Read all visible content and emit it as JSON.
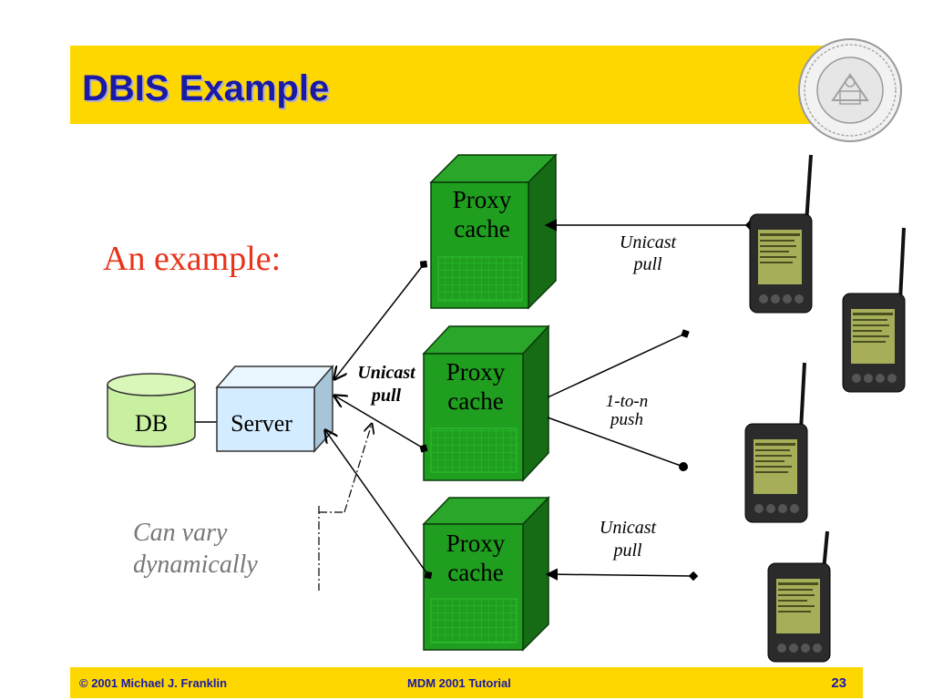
{
  "slide": {
    "title": "DBIS Example",
    "intro": "An example:",
    "note_line1": "Can vary",
    "note_line2": "dynamically"
  },
  "diagram": {
    "db_label": "DB",
    "server_label": "Server",
    "proxy_line1": "Proxy",
    "proxy_line2": "cache",
    "edges": {
      "unicast_pull_top": [
        "Unicast",
        "pull"
      ],
      "unicast_pull_server": [
        "Unicast",
        "pull"
      ],
      "one_to_n_push": [
        "1-to-n",
        "push"
      ],
      "unicast_pull_bottom": [
        "Unicast",
        "pull"
      ]
    }
  },
  "footer": {
    "copyright": "© 2001 Michael J. Franklin",
    "event": "MDM 2001 Tutorial",
    "page_number": "23"
  },
  "colors": {
    "title_bar": "#ffd700",
    "title_text": "#1a1aa6",
    "intro_text": "#e8321a",
    "proxy_green": "#1f9e1f",
    "db_green": "#c8f0a0",
    "server_blue": "#d4ecff"
  }
}
